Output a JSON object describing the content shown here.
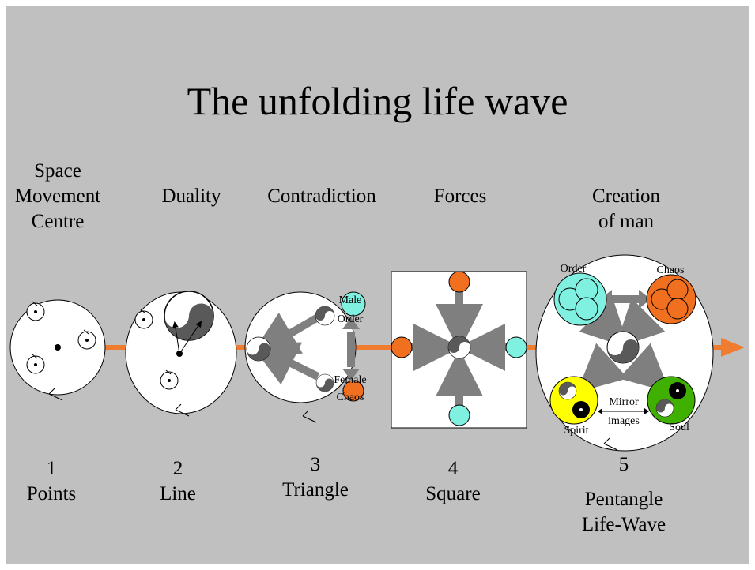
{
  "title": "The unfolding life wave",
  "headers": {
    "points": [
      "Space",
      "Movement",
      "Centre"
    ],
    "line": "Duality",
    "triangle": "Contradiction",
    "square": "Forces",
    "pentangle": [
      "Creation",
      "of man"
    ]
  },
  "stages": [
    {
      "number": "1",
      "name": "Points"
    },
    {
      "number": "2",
      "name": "Line"
    },
    {
      "number": "3",
      "name": "Triangle"
    },
    {
      "number": "4",
      "name": "Square"
    },
    {
      "number": "5",
      "name": [
        "Pentangle",
        "Life-Wave"
      ]
    }
  ],
  "triangle_labels": {
    "male": "Male",
    "order": "Order",
    "female": "Female",
    "chaos": "Chaos"
  },
  "pentangle_labels": {
    "order": "Order",
    "chaos": "Chaos",
    "spirit": "Spirit",
    "soul": "Soul",
    "mirror": "Mirror",
    "images": "images"
  },
  "colors": {
    "background": "#c0c0c0",
    "arrow_orange": "#f07c30",
    "order_cyan": "#80f0e0",
    "chaos_orange": "#f07020",
    "spirit_yellow": "#ffff00",
    "soul_green": "#40b000",
    "force_gray": "#808080"
  }
}
